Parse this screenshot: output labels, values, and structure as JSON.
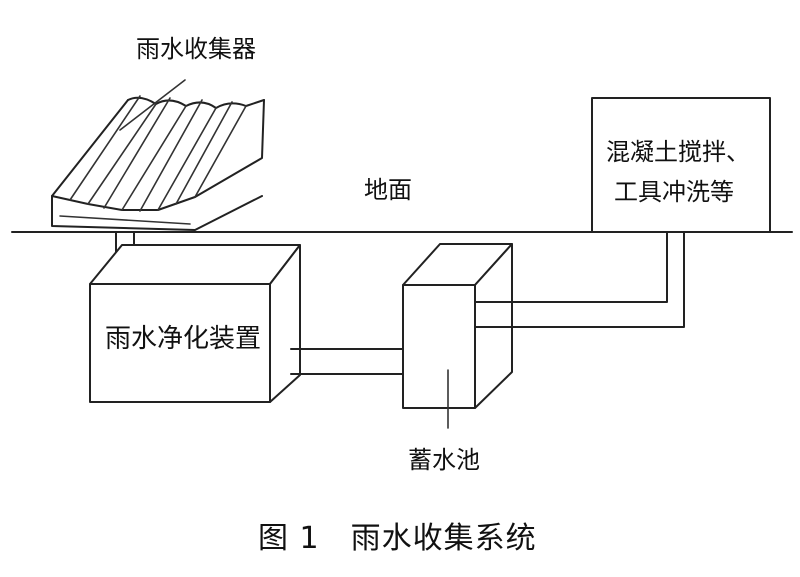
{
  "labels": {
    "collector": "雨水收集器",
    "ground": "地面",
    "usage_line1": "混凝土搅拌、",
    "usage_line2": "工具冲洗等",
    "purifier": "雨水净化装置",
    "tank": "蓄水池"
  },
  "caption": "图 1　雨水收集系统",
  "colors": {
    "line": "#222222",
    "background": "#ffffff",
    "text": "#111111"
  }
}
